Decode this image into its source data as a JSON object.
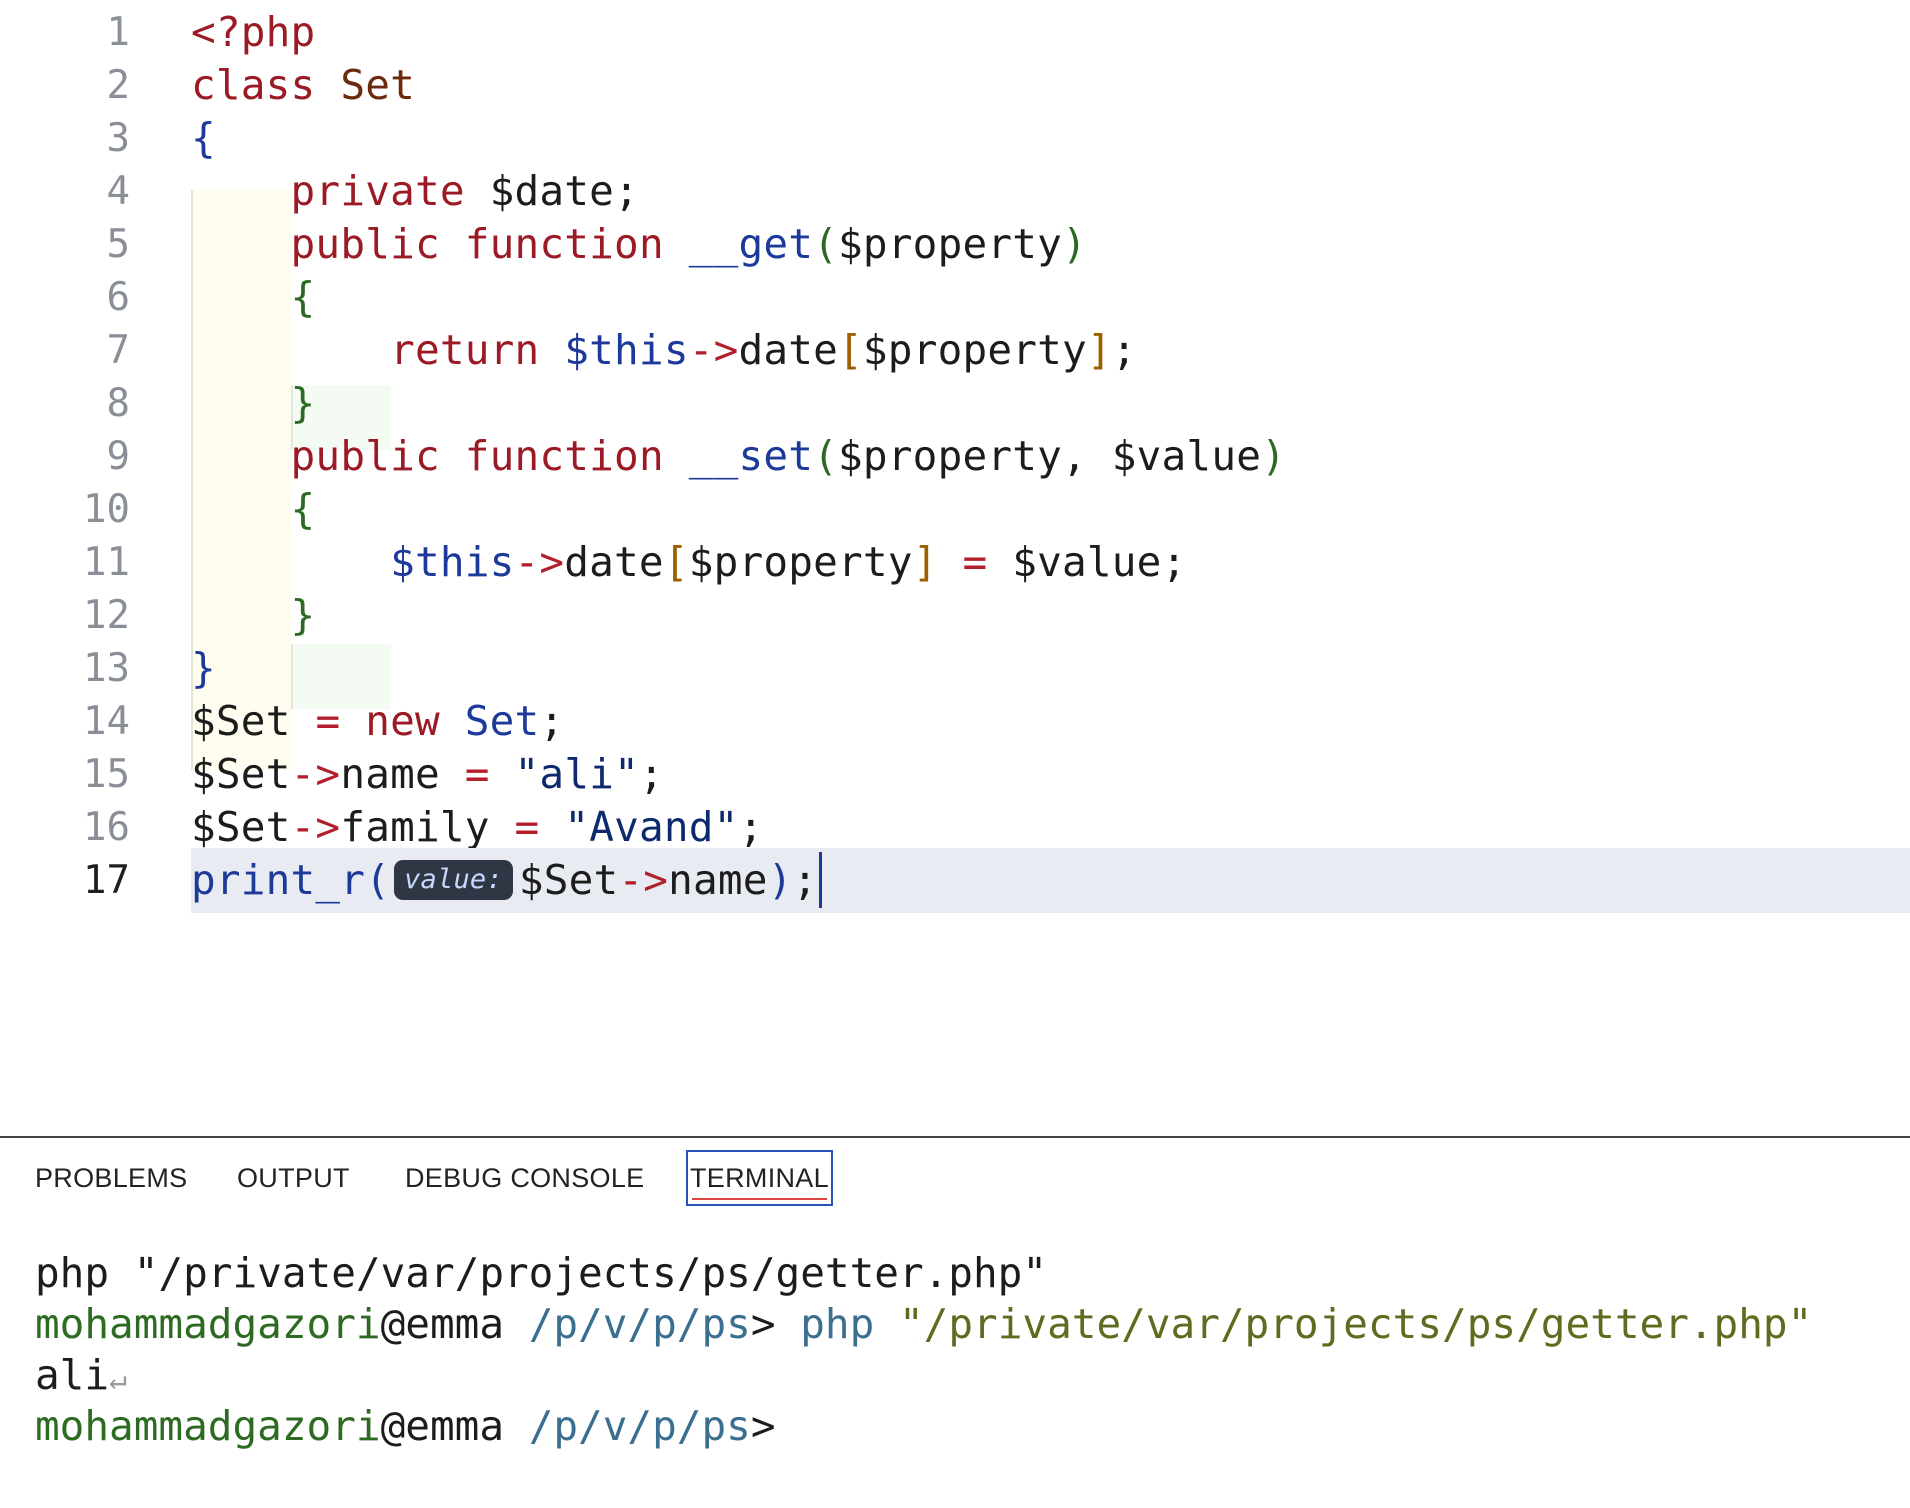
{
  "editor": {
    "active_line": 17,
    "lines": [
      {
        "num": "1",
        "tokens": [
          {
            "t": "<?php",
            "c": "kw"
          }
        ]
      },
      {
        "num": "2",
        "tokens": [
          {
            "t": "class",
            "c": "kw"
          },
          {
            "t": " "
          },
          {
            "t": "Set",
            "c": "cls"
          }
        ]
      },
      {
        "num": "3",
        "tokens": [
          {
            "t": "{",
            "c": "pb"
          }
        ]
      },
      {
        "num": "4",
        "tokens": [
          {
            "t": "    "
          },
          {
            "t": "private",
            "c": "kw"
          },
          {
            "t": " "
          },
          {
            "t": "$date",
            "c": "vr"
          },
          {
            "t": ";"
          }
        ]
      },
      {
        "num": "5",
        "tokens": [
          {
            "t": "    "
          },
          {
            "t": "public",
            "c": "kw"
          },
          {
            "t": " "
          },
          {
            "t": "function",
            "c": "kw"
          },
          {
            "t": " "
          },
          {
            "t": "__get",
            "c": "fn"
          },
          {
            "t": "(",
            "c": "pg"
          },
          {
            "t": "$property",
            "c": "vr"
          },
          {
            "t": ")",
            "c": "pg"
          }
        ]
      },
      {
        "num": "6",
        "tokens": [
          {
            "t": "    "
          },
          {
            "t": "{",
            "c": "pg"
          }
        ]
      },
      {
        "num": "7",
        "tokens": [
          {
            "t": "        "
          },
          {
            "t": "return",
            "c": "kw"
          },
          {
            "t": " "
          },
          {
            "t": "$this",
            "c": "thisv"
          },
          {
            "t": "->",
            "c": "ar"
          },
          {
            "t": "date",
            "c": "vr"
          },
          {
            "t": "[",
            "c": "pk"
          },
          {
            "t": "$property",
            "c": "vr"
          },
          {
            "t": "]",
            "c": "pk"
          },
          {
            "t": ";"
          }
        ]
      },
      {
        "num": "8",
        "tokens": [
          {
            "t": "    "
          },
          {
            "t": "}",
            "c": "pg"
          }
        ]
      },
      {
        "num": "9",
        "tokens": [
          {
            "t": "    "
          },
          {
            "t": "public",
            "c": "kw"
          },
          {
            "t": " "
          },
          {
            "t": "function",
            "c": "kw"
          },
          {
            "t": " "
          },
          {
            "t": "__set",
            "c": "fn"
          },
          {
            "t": "(",
            "c": "pg"
          },
          {
            "t": "$property",
            "c": "vr"
          },
          {
            "t": ", "
          },
          {
            "t": "$value",
            "c": "vr"
          },
          {
            "t": ")",
            "c": "pg"
          }
        ]
      },
      {
        "num": "10",
        "tokens": [
          {
            "t": "    "
          },
          {
            "t": "{",
            "c": "pg"
          }
        ]
      },
      {
        "num": "11",
        "tokens": [
          {
            "t": "        "
          },
          {
            "t": "$this",
            "c": "thisv"
          },
          {
            "t": "->",
            "c": "ar"
          },
          {
            "t": "date",
            "c": "vr"
          },
          {
            "t": "[",
            "c": "pk"
          },
          {
            "t": "$property",
            "c": "vr"
          },
          {
            "t": "]",
            "c": "pk"
          },
          {
            "t": " "
          },
          {
            "t": "=",
            "c": "ar"
          },
          {
            "t": " "
          },
          {
            "t": "$value",
            "c": "vr"
          },
          {
            "t": ";"
          }
        ]
      },
      {
        "num": "12",
        "tokens": [
          {
            "t": "    "
          },
          {
            "t": "}",
            "c": "pg"
          }
        ]
      },
      {
        "num": "13",
        "tokens": [
          {
            "t": "}",
            "c": "pb"
          }
        ]
      },
      {
        "num": "14",
        "tokens": [
          {
            "t": "$Set",
            "c": "vr"
          },
          {
            "t": " "
          },
          {
            "t": "=",
            "c": "ar"
          },
          {
            "t": " "
          },
          {
            "t": "new",
            "c": "kw"
          },
          {
            "t": " "
          },
          {
            "t": "Set",
            "c": "fn"
          },
          {
            "t": ";"
          }
        ]
      },
      {
        "num": "15",
        "tokens": [
          {
            "t": "$Set",
            "c": "vr"
          },
          {
            "t": "->",
            "c": "ar"
          },
          {
            "t": "name",
            "c": "vr"
          },
          {
            "t": " "
          },
          {
            "t": "=",
            "c": "ar"
          },
          {
            "t": " "
          },
          {
            "t": "\"ali\"",
            "c": "str"
          },
          {
            "t": ";"
          }
        ]
      },
      {
        "num": "16",
        "tokens": [
          {
            "t": "$Set",
            "c": "vr"
          },
          {
            "t": "->",
            "c": "ar"
          },
          {
            "t": "family",
            "c": "vr"
          },
          {
            "t": " "
          },
          {
            "t": "=",
            "c": "ar"
          },
          {
            "t": " "
          },
          {
            "t": "\"Avand\"",
            "c": "str"
          },
          {
            "t": ";"
          }
        ]
      },
      {
        "num": "17",
        "tokens": [
          {
            "t": "print_r",
            "c": "fn"
          },
          {
            "t": "(",
            "c": "fn"
          },
          {
            "t": "value:",
            "c": "hint"
          },
          {
            "t": "$Set",
            "c": "vr"
          },
          {
            "t": "->",
            "c": "ar"
          },
          {
            "t": "name",
            "c": "vr"
          },
          {
            "t": ")",
            "c": "fn"
          },
          {
            "t": ";"
          },
          {
            "t": "",
            "c": "cursor"
          }
        ]
      }
    ]
  },
  "panel": {
    "tabs": [
      {
        "label": "PROBLEMS",
        "active": false
      },
      {
        "label": "OUTPUT",
        "active": false
      },
      {
        "label": "DEBUG CONSOLE",
        "active": false
      },
      {
        "label": "TERMINAL",
        "active": true
      }
    ],
    "terminal": [
      {
        "tokens": [
          {
            "t": "php \"/private/var/projects/ps/getter.php\""
          }
        ]
      },
      {
        "tokens": [
          {
            "t": "mohammadgazori",
            "c": "user"
          },
          {
            "t": "@emma "
          },
          {
            "t": "/p/v/p/ps",
            "c": "path"
          },
          {
            "t": "> "
          },
          {
            "t": "php",
            "c": "cmd"
          },
          {
            "t": " "
          },
          {
            "t": "\"/private/var/projects/ps/getter.php\"",
            "c": "tstr"
          }
        ]
      },
      {
        "tokens": [
          {
            "t": "ali"
          },
          {
            "t": "↵",
            "c": "ret"
          }
        ]
      },
      {
        "tokens": [
          {
            "t": "mohammadgazori",
            "c": "user"
          },
          {
            "t": "@emma "
          },
          {
            "t": "/p/v/p/ps",
            "c": "path"
          },
          {
            "t": ">"
          }
        ]
      }
    ]
  },
  "colors": {
    "keyword": "#9c1a25",
    "function": "#1d3a9a",
    "active_line_bg": "#e8ebf1",
    "terminal_user": "#2e6b22",
    "terminal_path": "#3b6f8f"
  }
}
